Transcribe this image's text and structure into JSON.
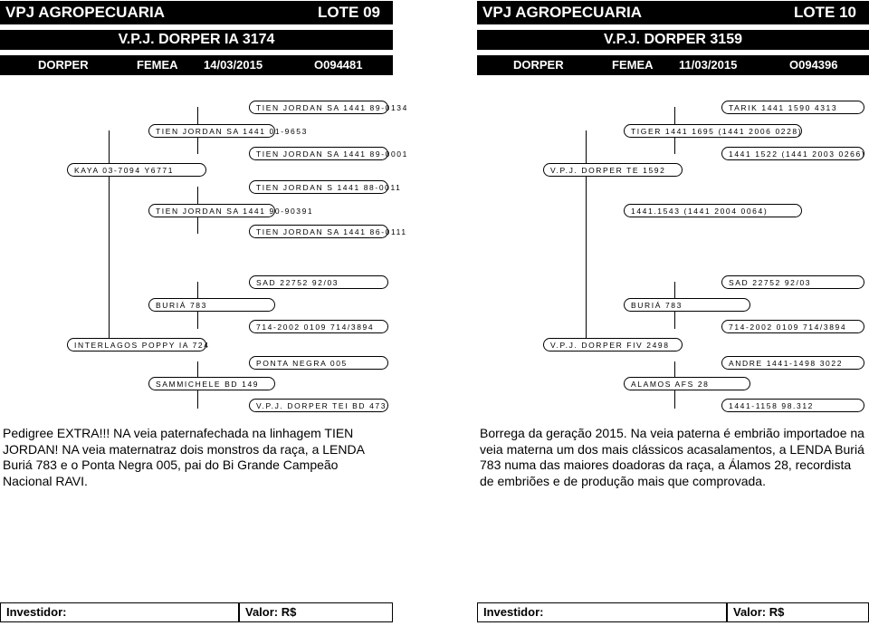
{
  "left": {
    "company": "VPJ AGROPECUARIA",
    "lot": "LOTE 09",
    "name": "V.P.J. DORPER IA 3174",
    "breed": "DORPER",
    "sex": "FEMEA",
    "birth": "14/03/2015",
    "reg": "O094481",
    "sire": "KAYA 03-7094 Y6771",
    "sire_sire": "TIEN JORDAN SA 1441 01-9653",
    "sss": "TIEN JORDAN SA 1441 89-0134",
    "ssd": "TIEN JORDAN SA 1441 89-0001",
    "sire_dam": "TIEN JORDAN SA 1441 90-90391",
    "sds": "TIEN JORDAN S 1441 88-0011",
    "sdd": "TIEN JORDAN SA 1441 86-0111",
    "dam": "INTERLAGOS POPPY IA 724",
    "dam_sire": "BURIÁ 783",
    "dss": "SAD 22752 92/03",
    "dsd": "714-2002 0109 714/3894",
    "dam_dam": "SAMMICHELE BD 149",
    "dds": "PONTA NEGRA 005",
    "ddd": "V.P.J. DORPER TEI BD 473",
    "note": "Pedigree EXTRA!!! NA veia paternafechada na linhagem TIEN JORDAN! NA veia maternatraz dois monstros da raça, a LENDA Buriá 783 e o Ponta Negra 005, pai do Bi Grande Campeão Nacional RAVI."
  },
  "right": {
    "company": "VPJ AGROPECUARIA",
    "lot": "LOTE 10",
    "name": "V.P.J. DORPER 3159",
    "breed": "DORPER",
    "sex": "FEMEA",
    "birth": "11/03/2015",
    "reg": "O094396",
    "sire": "V.P.J. DORPER TE 1592",
    "sire_sire": "TIGER 1441 1695 (1441 2006 0228)",
    "sss": "TARIK 1441 1590 4313",
    "ssd": "1441 1522 (1441 2003 0266)",
    "sire_dam": "1441.1543 (1441 2004 0064)",
    "sds": "",
    "sdd": "",
    "dam": "V.P.J. DORPER FIV 2498",
    "dam_sire": "BURIÁ 783",
    "dss": "SAD 22752 92/03",
    "dsd": "714-2002 0109 714/3894",
    "dam_dam": "ALAMOS AFS 28",
    "dds": "ANDRE 1441-1498 3022",
    "ddd": "1441-1158 98.312",
    "note": "Borrega da geração 2015. Na veia paterna é embrião importadoe na veia materna um dos mais clássicos acasalamentos, a LENDA Buriá 783 numa das maiores doadoras da raça, a Álamos 28, recordista de embriões  e de produção mais que comprovada."
  },
  "footer": {
    "investor_label": "Investidor:",
    "value_label": "Valor: R$"
  }
}
